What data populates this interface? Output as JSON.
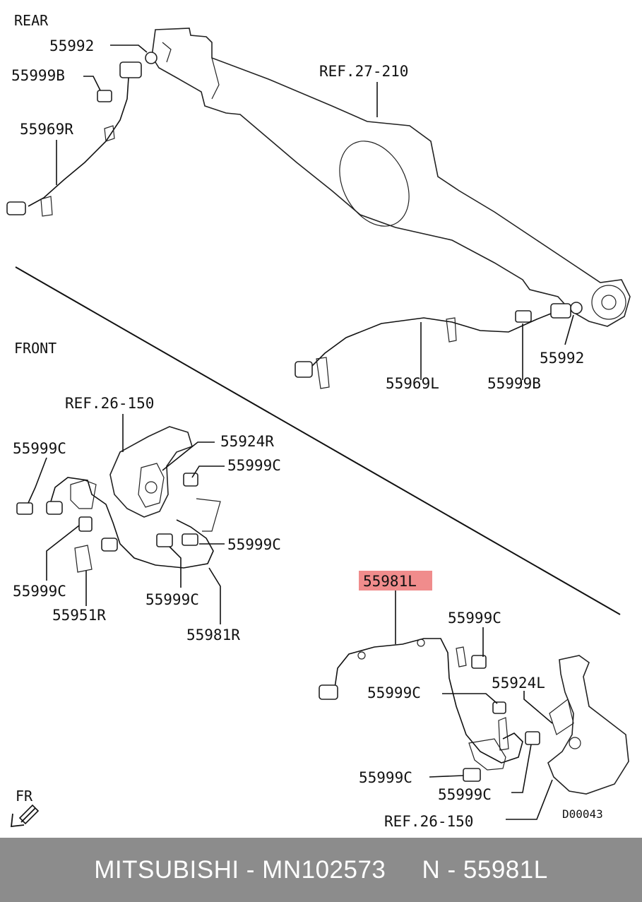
{
  "sections": {
    "rear": "REAR",
    "front": "FRONT"
  },
  "labels": {
    "rear_55992_top": "55992",
    "rear_55999B_left": "55999B",
    "rear_55969R": "55969R",
    "rear_ref27": "REF.27-210",
    "rear_55969L": "55969L",
    "rear_55999B_right": "55999B",
    "rear_55992_right": "55992",
    "front_ref26_top": "REF.26-150",
    "front_55924R": "55924R",
    "front_55999C_a": "55999C",
    "front_55999C_b": "55999C",
    "front_55999C_c": "55999C",
    "front_55999C_d": "55999C",
    "front_55999C_e": "55999C",
    "front_55951R": "55951R",
    "front_55981R": "55981R",
    "front_55981L": "55981L",
    "front_55999C_f": "55999C",
    "front_55924L": "55924L",
    "front_55999C_g": "55999C",
    "front_55999C_h": "55999C",
    "front_55999C_i": "55999C",
    "front_ref26_bottom": "REF.26-150",
    "diagram_code": "D00043",
    "fr_marker": "FR"
  },
  "highlight_color": "#f08c8c",
  "footer": {
    "text": "MITSUBISHI - MN102573     N - 55981L"
  }
}
